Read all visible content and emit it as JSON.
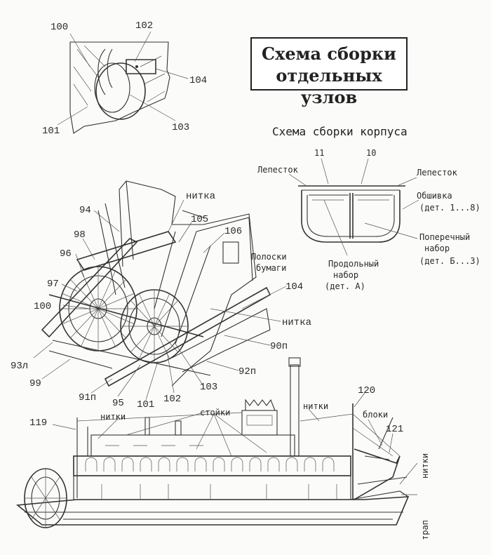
{
  "title": {
    "line1": "Схема сборки",
    "line2": "отдельных узлов"
  },
  "hull_scheme": {
    "title": "Схема сборки корпуса",
    "labels": {
      "n11": "11",
      "n10": "10",
      "petal_left": "Лепесток",
      "petal_right": "Лепесток",
      "sheathing": "Обшивка",
      "sheathing_det": "(дет. 1...8)",
      "longitudinal": "Продольный",
      "longitudinal_2": "набор",
      "longitudinal_det": "(дет. А)",
      "transverse": "Поперечный",
      "transverse_2": "набор",
      "transverse_det": "(дет. Б...3)"
    }
  },
  "detail_top": {
    "labels": {
      "n100": "100",
      "n102": "102",
      "n104": "104",
      "n101": "101",
      "n103": "103"
    }
  },
  "wheel_assembly": {
    "labels": {
      "thread_top": "нитка",
      "n94": "94",
      "n105": "105",
      "n106": "106",
      "n98": "98",
      "paper_strips": "Полоски",
      "paper_strips_2": "бумаги",
      "n96": "96",
      "n97": "97",
      "n104": "104",
      "n100": "100",
      "thread_mid": "нитка",
      "n90p": "90п",
      "n93l": "93л",
      "n92p": "92п",
      "n99": "99",
      "n91p": "91п",
      "n95": "95",
      "n101": "101",
      "n102": "102",
      "n103": "103"
    }
  },
  "boat": {
    "labels": {
      "n119": "119",
      "threads_left": "нитки",
      "posts": "стойки",
      "threads_mid": "нитки",
      "n120": "120",
      "blocks": "блоки",
      "n121": "121",
      "threads_right": "нитки",
      "gangway": "трап"
    }
  }
}
